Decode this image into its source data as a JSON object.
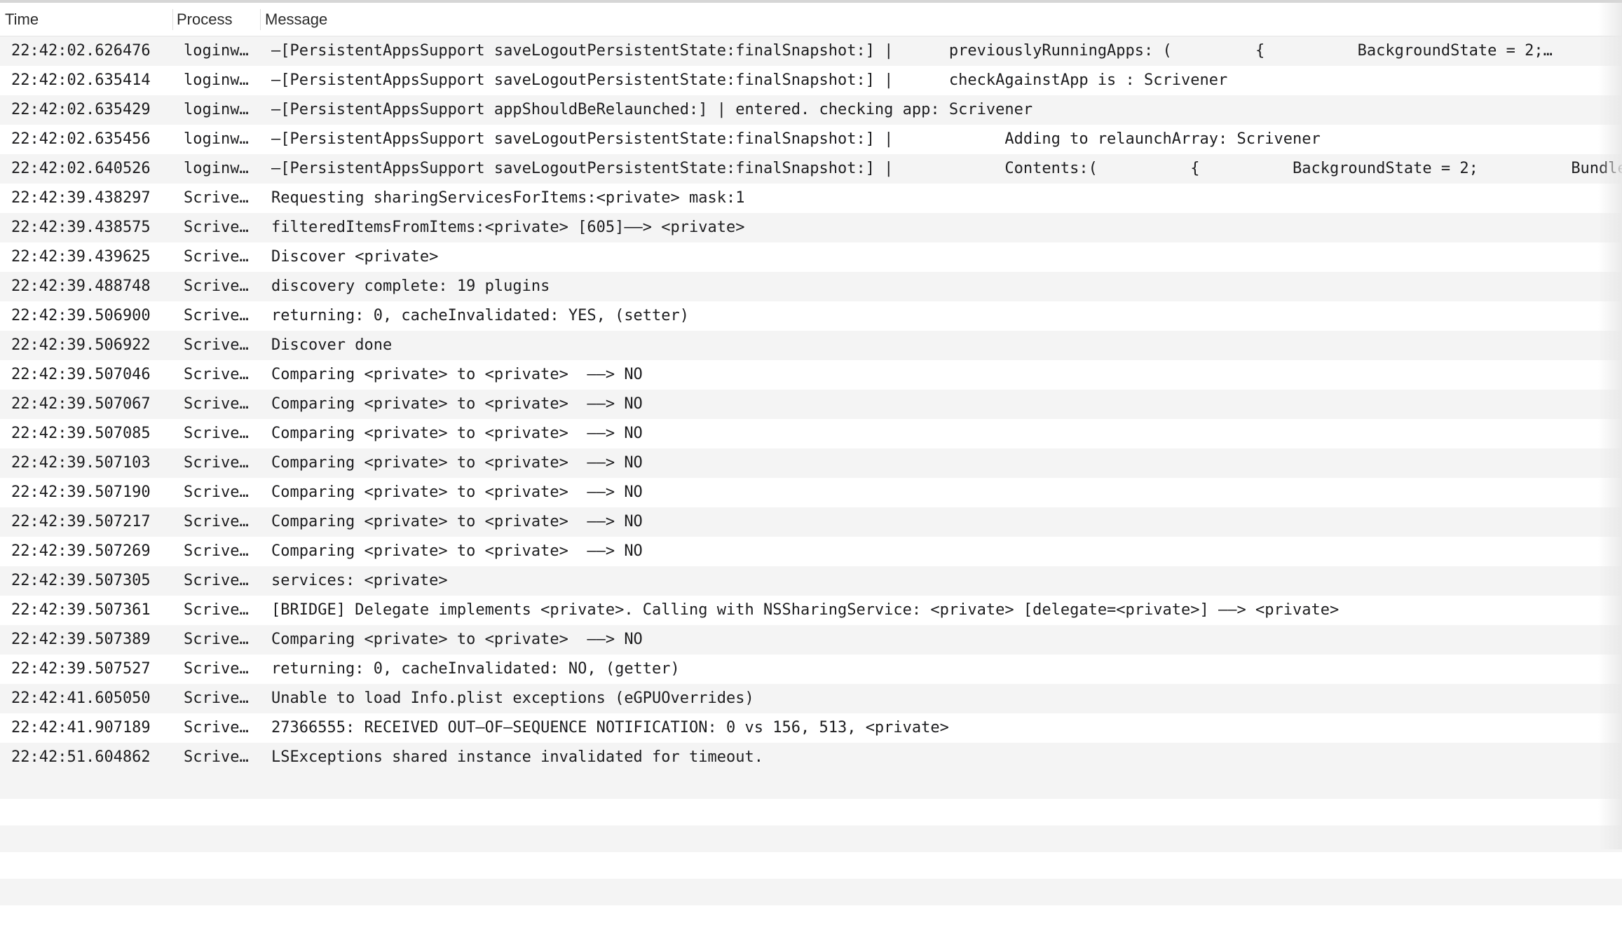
{
  "columns": {
    "time": "Time",
    "process": "Process",
    "message": "Message"
  },
  "rows": [
    {
      "time": "22:42:02.626476",
      "process": "loginw…",
      "message": "–[PersistentAppsSupport saveLogoutPersistentState:finalSnapshot:] |      previouslyRunningApps: (         {          BackgroundState = 2;…"
    },
    {
      "time": "22:42:02.635414",
      "process": "loginw…",
      "message": "–[PersistentAppsSupport saveLogoutPersistentState:finalSnapshot:] |      checkAgainstApp is : Scrivener"
    },
    {
      "time": "22:42:02.635429",
      "process": "loginw…",
      "message": "–[PersistentAppsSupport appShouldBeRelaunched:] | entered. checking app: Scrivener"
    },
    {
      "time": "22:42:02.635456",
      "process": "loginw…",
      "message": "–[PersistentAppsSupport saveLogoutPersistentState:finalSnapshot:] |            Adding to relaunchArray: Scrivener"
    },
    {
      "time": "22:42:02.640526",
      "process": "loginw…",
      "message": "–[PersistentAppsSupport saveLogoutPersistentState:finalSnapshot:] |            Contents:(          {          BackgroundState = 2;          Bundle"
    },
    {
      "time": "22:42:39.438297",
      "process": "Scrive…",
      "message": "Requesting sharingServicesForItems:<private> mask:1"
    },
    {
      "time": "22:42:39.438575",
      "process": "Scrive…",
      "message": "filteredItemsFromItems:<private> [605]––> <private>"
    },
    {
      "time": "22:42:39.439625",
      "process": "Scrive…",
      "message": "Discover <private>"
    },
    {
      "time": "22:42:39.488748",
      "process": "Scrive…",
      "message": "discovery complete: 19 plugins"
    },
    {
      "time": "22:42:39.506900",
      "process": "Scrive…",
      "message": "returning: 0, cacheInvalidated: YES, (setter)"
    },
    {
      "time": "22:42:39.506922",
      "process": "Scrive…",
      "message": "Discover done"
    },
    {
      "time": "22:42:39.507046",
      "process": "Scrive…",
      "message": "Comparing <private> to <private>  ––> NO"
    },
    {
      "time": "22:42:39.507067",
      "process": "Scrive…",
      "message": "Comparing <private> to <private>  ––> NO"
    },
    {
      "time": "22:42:39.507085",
      "process": "Scrive…",
      "message": "Comparing <private> to <private>  ––> NO"
    },
    {
      "time": "22:42:39.507103",
      "process": "Scrive…",
      "message": "Comparing <private> to <private>  ––> NO"
    },
    {
      "time": "22:42:39.507190",
      "process": "Scrive…",
      "message": "Comparing <private> to <private>  ––> NO"
    },
    {
      "time": "22:42:39.507217",
      "process": "Scrive…",
      "message": "Comparing <private> to <private>  ––> NO"
    },
    {
      "time": "22:42:39.507269",
      "process": "Scrive…",
      "message": "Comparing <private> to <private>  ––> NO"
    },
    {
      "time": "22:42:39.507305",
      "process": "Scrive…",
      "message": "services: <private>"
    },
    {
      "time": "22:42:39.507361",
      "process": "Scrive…",
      "message": "[BRIDGE] Delegate implements <private>. Calling with NSSharingService: <private> [delegate=<private>] ––> <private>"
    },
    {
      "time": "22:42:39.507389",
      "process": "Scrive…",
      "message": "Comparing <private> to <private>  ––> NO"
    },
    {
      "time": "22:42:39.507527",
      "process": "Scrive…",
      "message": "returning: 0, cacheInvalidated: NO, (getter)"
    },
    {
      "time": "22:42:41.605050",
      "process": "Scrive…",
      "message": "Unable to load Info.plist exceptions (eGPUOverrides)"
    },
    {
      "time": "22:42:41.907189",
      "process": "Scrive…",
      "message": "27366555: RECEIVED OUT–OF–SEQUENCE NOTIFICATION: 0 vs 156, 513, <private>"
    },
    {
      "time": "22:42:51.604862",
      "process": "Scrive…",
      "message": "LSExceptions shared instance invalidated for timeout."
    }
  ]
}
